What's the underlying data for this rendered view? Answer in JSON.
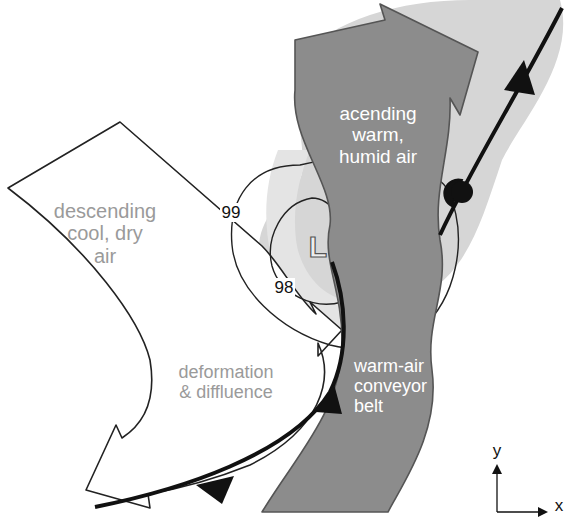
{
  "diagram": {
    "nodes": [
      {
        "text": [
          "descending cool, dry air",
          "deformation & diffluence"
        ]
      },
      {
        "text": [
          "acending warm, humid air",
          "warm-air conveyor belt"
        ]
      }
    ],
    "labels": [
      "99",
      "98",
      "L",
      "y",
      "x"
    ]
  }
}
